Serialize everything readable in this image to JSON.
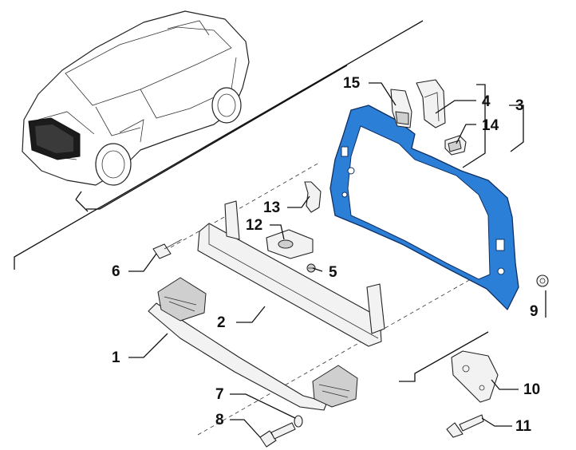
{
  "diagram": {
    "labels": {
      "p1": "1",
      "p2": "2",
      "p3": "3",
      "p4": "4",
      "p5": "5",
      "p6": "6",
      "p7": "7",
      "p8": "8",
      "p9": "9",
      "p10": "10",
      "p11": "11",
      "p12": "12",
      "p13": "13",
      "p14": "14",
      "p15": "15"
    },
    "colors": {
      "highlight": "#2b7fd6",
      "ink": "#111111"
    }
  }
}
